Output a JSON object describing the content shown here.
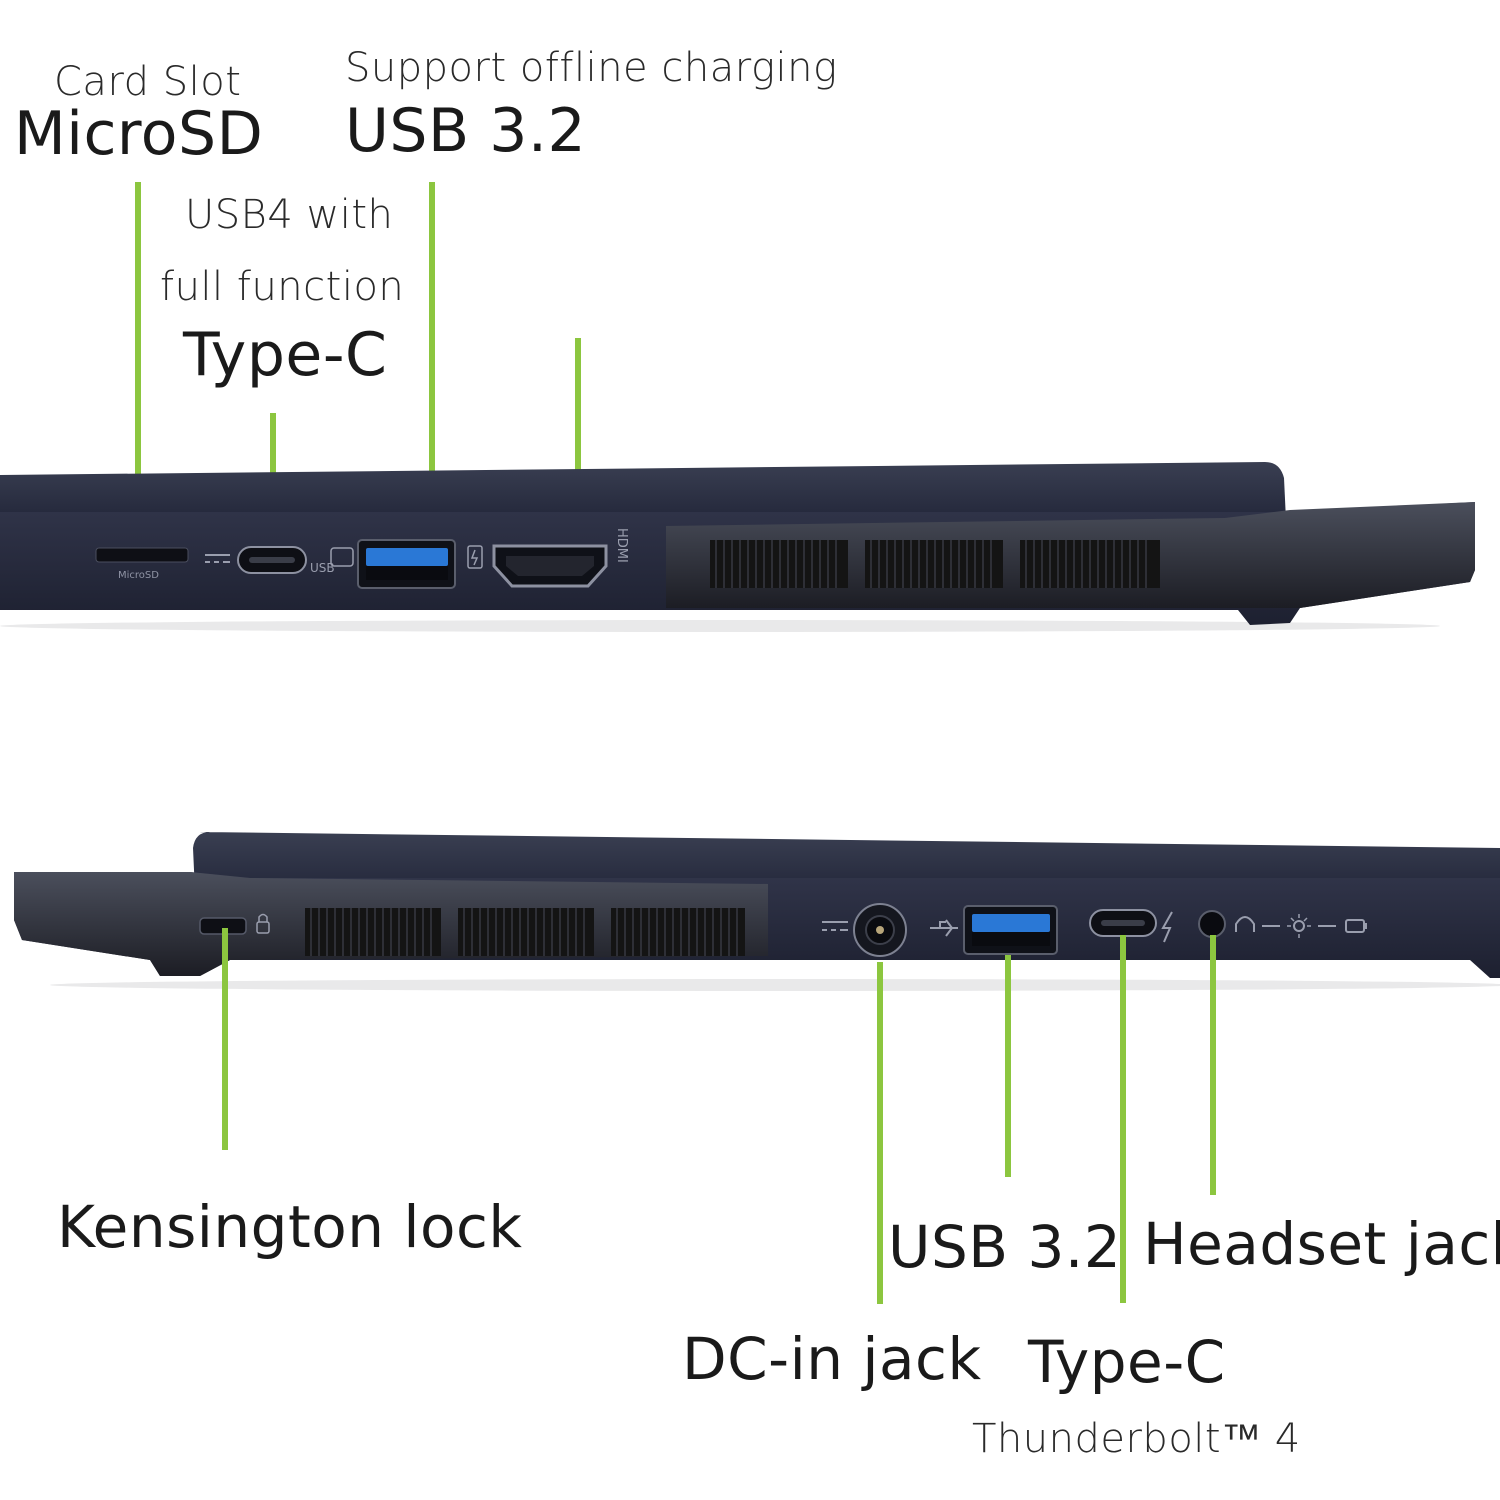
{
  "colors": {
    "leader_green": "#8cc63f",
    "chassis": "#2b2f3d",
    "chassis_dark": "#1f2230",
    "text": "#1e1e1e"
  },
  "top": {
    "card_slot": {
      "caption": "Card Slot",
      "title": "MicroSD"
    },
    "usb_charging": {
      "caption": "Support offline charging",
      "title": "USB 3.2"
    },
    "usb4": {
      "caption_line1": "USB4 with",
      "caption_line2": "full function",
      "title": "Type-C"
    },
    "port_marks": {
      "microsd": "MicroSD",
      "usb": "USB",
      "hdmi": "HDMI"
    }
  },
  "bottom": {
    "kensington": {
      "title": "Kensington lock"
    },
    "dc_in": {
      "title": "DC-in jack"
    },
    "usb": {
      "title": "USB 3.2"
    },
    "typec": {
      "title": "Type-C",
      "caption": "Thunderbolt™ 4"
    },
    "headset": {
      "title": "Headset jack"
    }
  }
}
